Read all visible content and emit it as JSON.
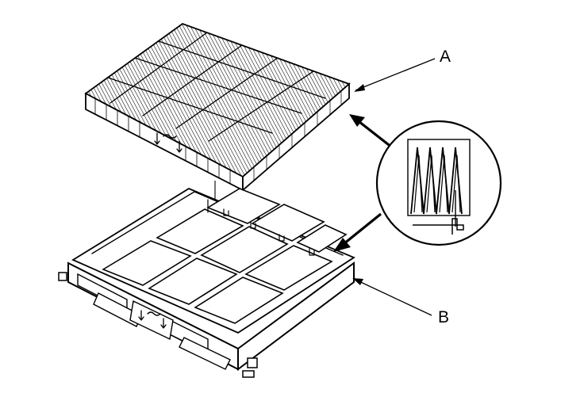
{
  "labels": {
    "a": "A",
    "b": "B"
  },
  "parts": {
    "upper": "cabin-air-filter-element",
    "lower": "filter-holder-frame",
    "detail": "pleat-detail-inset"
  },
  "colors": {
    "ink": "#000000",
    "background": "#ffffff"
  }
}
